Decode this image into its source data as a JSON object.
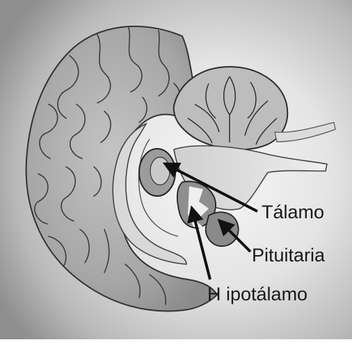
{
  "figure": {
    "labels": {
      "thalamus": "Tálamo",
      "pituitary": "Pituitaria",
      "hypothalamus": "H ipotálamo"
    },
    "colors": {
      "background_inner": "#f3f3f3",
      "background_outer": "#9d9d9d",
      "cortex_fill": "#a9a9a9",
      "cortex_stroke": "#3a3a3a",
      "arrow": "#111111",
      "label_text": "#1a1a1a"
    }
  }
}
